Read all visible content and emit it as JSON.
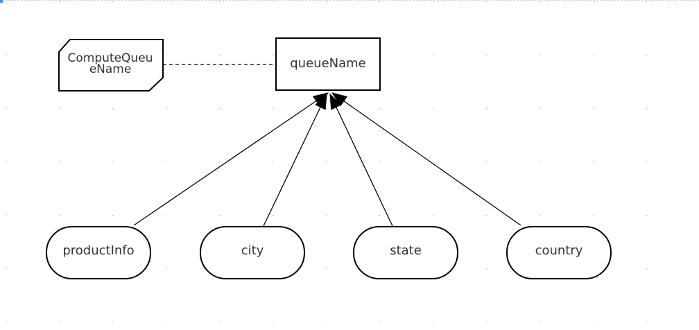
{
  "diagram": {
    "source_node": {
      "line1": "ComputeQueu",
      "line2": "eName"
    },
    "target_node": {
      "label": "queueName"
    },
    "input_nodes": [
      {
        "label": "productInfo"
      },
      {
        "label": "city"
      },
      {
        "label": "state"
      },
      {
        "label": "country"
      }
    ]
  },
  "colors": {
    "stroke": "#000000",
    "text": "#333333",
    "grid_dot": "#b8b8b8"
  }
}
